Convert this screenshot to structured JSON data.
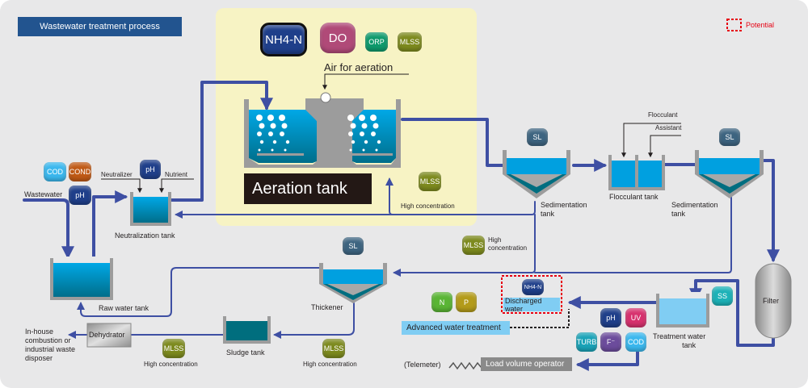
{
  "title": "Wastewater treatment process",
  "legend": {
    "label": "Potential",
    "color": "#e60012"
  },
  "aeration_section": {
    "badges": [
      "NH4-N",
      "DO",
      "ORP",
      "MLSS"
    ],
    "air_label": "Air for aeration",
    "tank_label": "Aeration tank",
    "return_badge": "MLSS",
    "return_note": "High concentration"
  },
  "inlet": {
    "wastewater_label": "Wastewater",
    "badges": [
      "COD",
      "COND",
      "pH"
    ]
  },
  "neutralization": {
    "badge": "pH",
    "neutralizer_label": "Neutralizer",
    "nutrient_label": "Nutrient",
    "tank_label": "Neutralization tank"
  },
  "sedimentation_1": {
    "badge": "SL",
    "label_line1": "Sedimentation",
    "label_line2": "tank"
  },
  "flocculant": {
    "flocculant_label": "Flocculant",
    "assistant_label": "Assistant",
    "tank_label": "Flocculant tank"
  },
  "sedimentation_2": {
    "badge": "SL",
    "label_line1": "Sedimentation",
    "label_line2": "tank"
  },
  "sludge_return": {
    "badge": "MLSS",
    "note_line1": "High",
    "note_line2": "concentration"
  },
  "thickener": {
    "badge": "SL",
    "label": "Thickener",
    "mlss_badge": "MLSS",
    "mlss_note": "High concentration"
  },
  "raw_water_tank": {
    "label": "Raw water tank"
  },
  "sludge_tank": {
    "label": "Sludge tank",
    "mlss_badge": "MLSS",
    "mlss_note": "High concentration"
  },
  "dehydrator": {
    "label": "Dehydrator",
    "destination": "In-house combustion or industrial waste disposer"
  },
  "filter": {
    "label": "Filter"
  },
  "treatment_water_tank": {
    "label_line1": "Treatment water",
    "label_line2": "tank",
    "ss_badge": "SS"
  },
  "discharge": {
    "nh4_badge": "NH4-N",
    "discharged_label": "Discharged water",
    "advanced_label": "Advanced water treatment",
    "n_badge": "N",
    "p_badge": "P"
  },
  "analyzers": [
    "pH",
    "UV",
    "TURB",
    "F⁻",
    "COD"
  ],
  "telemeter": {
    "label": "(Telemeter)",
    "operator_label": "Load volume operator"
  },
  "colors": {
    "background": "#e8e8e9",
    "aeration_bg": "#f7f3c4",
    "pipe": "#3e4fa3",
    "water": "#00a0e0",
    "tank_wall": "#9c9c9c",
    "title_bg": "#22548f"
  }
}
